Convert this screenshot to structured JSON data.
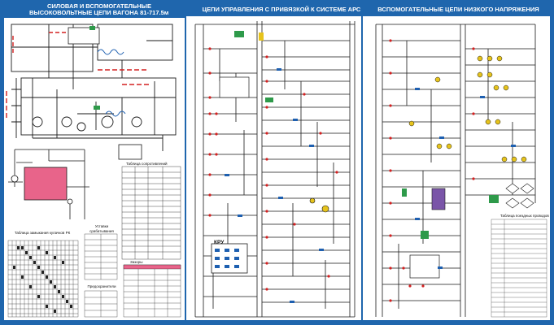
{
  "titles": {
    "left_line1": "СИЛОВАЯ И ВСПОМОГАТЕЛЬНЫЕ",
    "left_line2": "ВЫСОКОВОЛЬТНЫЕ ЦЕПИ ВАГОНА 81-717.5м",
    "center": "ЦЕПИ УПРАВЛЕНИЯ С ПРИВЯЗКОЙ К СИСТЕМЕ АРС",
    "right": "ВСПОМОГАТЕЛЬНЫЕ ЦЕПИ НИЗКОГО НАПРЯЖЕНИЯ"
  },
  "labels": {
    "resistance_table": "Таблица сопротивлений",
    "connection_table": "Таблица замыкания кулачков РК",
    "settings": "Уставки срабатывания",
    "fuses": "Предохранители",
    "gap_table": "Зазоры",
    "wire_table": "Таблица поездных проводов",
    "kru": "КРУ"
  },
  "colors": {
    "background": "#1f66ad",
    "panel": "#ffffff",
    "wire": "#1a1a1a",
    "red_wire": "#d42020",
    "blue_wire": "#1d5fb0",
    "pink_block": "#e8648a",
    "green_block": "#2e9a4a",
    "yellow_lamp": "#e6c31c",
    "purple_block": "#7a55a8"
  }
}
